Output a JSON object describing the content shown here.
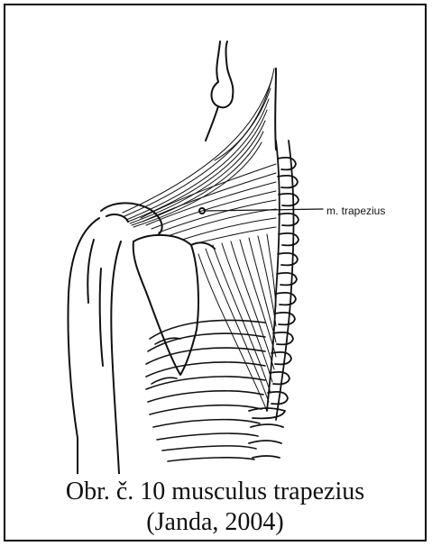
{
  "figure": {
    "label": "m. trapezius",
    "caption_line1": "Obr. č. 10 musculus trapezius",
    "caption_line2": "(Janda, 2004)",
    "colors": {
      "ink": "#111111",
      "background": "#ffffff",
      "border": "#000000"
    }
  }
}
